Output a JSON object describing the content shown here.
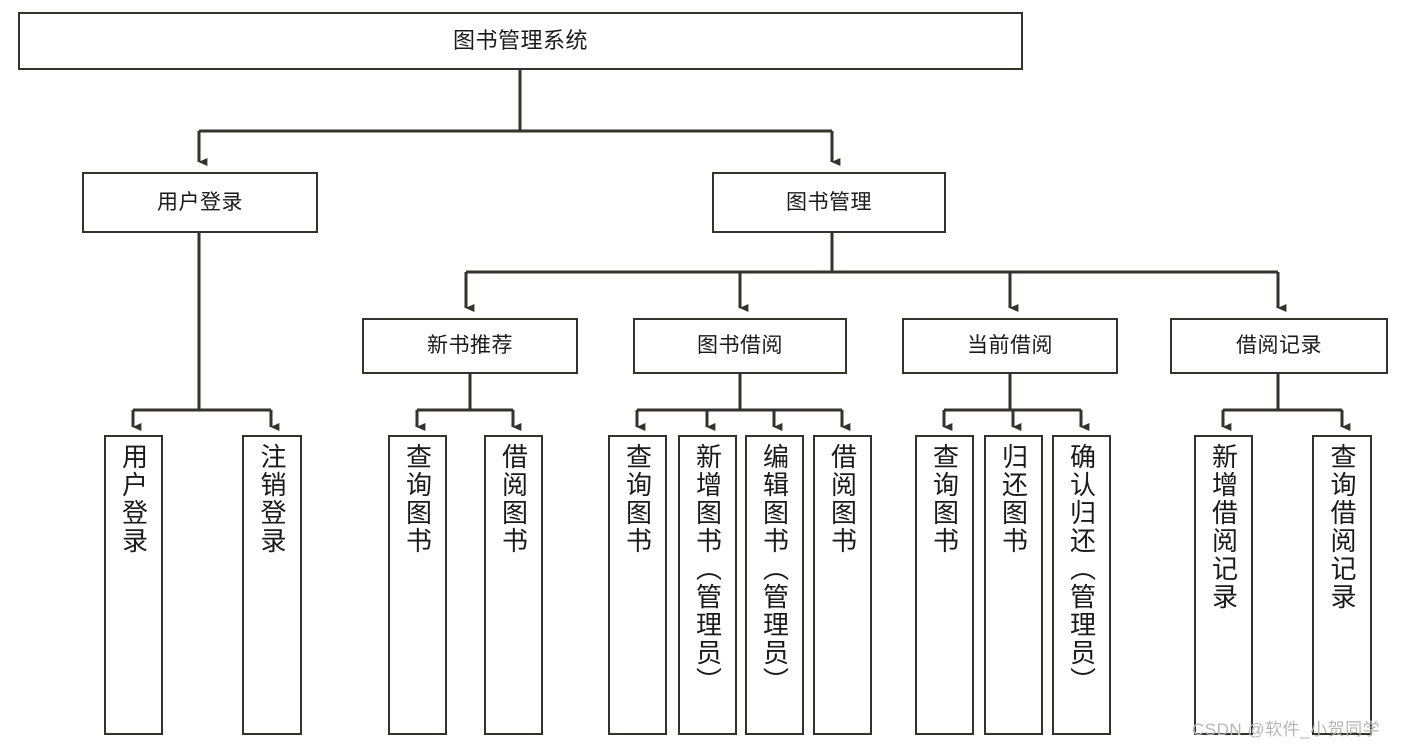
{
  "diagram": {
    "title": "图书管理系统",
    "type": "hierarchy-tree",
    "root": {
      "label": "图书管理系统",
      "orientation": "horizontal"
    },
    "level2": [
      {
        "label": "用户登录",
        "orientation": "horizontal"
      },
      {
        "label": "图书管理",
        "orientation": "horizontal"
      }
    ],
    "level3": [
      {
        "label": "新书推荐",
        "orientation": "horizontal",
        "parent": "图书管理"
      },
      {
        "label": "图书借阅",
        "orientation": "horizontal",
        "parent": "图书管理"
      },
      {
        "label": "当前借阅",
        "orientation": "horizontal",
        "parent": "图书管理"
      },
      {
        "label": "借阅记录",
        "orientation": "horizontal",
        "parent": "图书管理"
      }
    ],
    "leaves": {
      "user_login": [
        {
          "label": "用户登录",
          "orientation": "vertical"
        },
        {
          "label": "注销登录",
          "orientation": "vertical"
        }
      ],
      "new_book_recommend": [
        {
          "label": "查询图书",
          "orientation": "vertical"
        },
        {
          "label": "借阅图书",
          "orientation": "vertical"
        }
      ],
      "book_borrow": [
        {
          "label": "查询图书",
          "orientation": "vertical"
        },
        {
          "label": "新增图书（管理员）",
          "orientation": "vertical"
        },
        {
          "label": "编辑图书（管理员）",
          "orientation": "vertical"
        },
        {
          "label": "借阅图书",
          "orientation": "vertical"
        }
      ],
      "current_borrow": [
        {
          "label": "查询图书",
          "orientation": "vertical"
        },
        {
          "label": "归还图书",
          "orientation": "vertical"
        },
        {
          "label": "确认归还（管理员）",
          "orientation": "vertical"
        }
      ],
      "borrow_record": [
        {
          "label": "新增借阅记录",
          "orientation": "vertical"
        },
        {
          "label": "查询借阅记录",
          "orientation": "vertical"
        }
      ]
    },
    "watermark": "CSDN @软件_小贺同学",
    "colors": {
      "stroke": "#33322f",
      "background": "#ffffff",
      "text": "#1a1a1a",
      "watermark": "#b6b6b6"
    }
  }
}
